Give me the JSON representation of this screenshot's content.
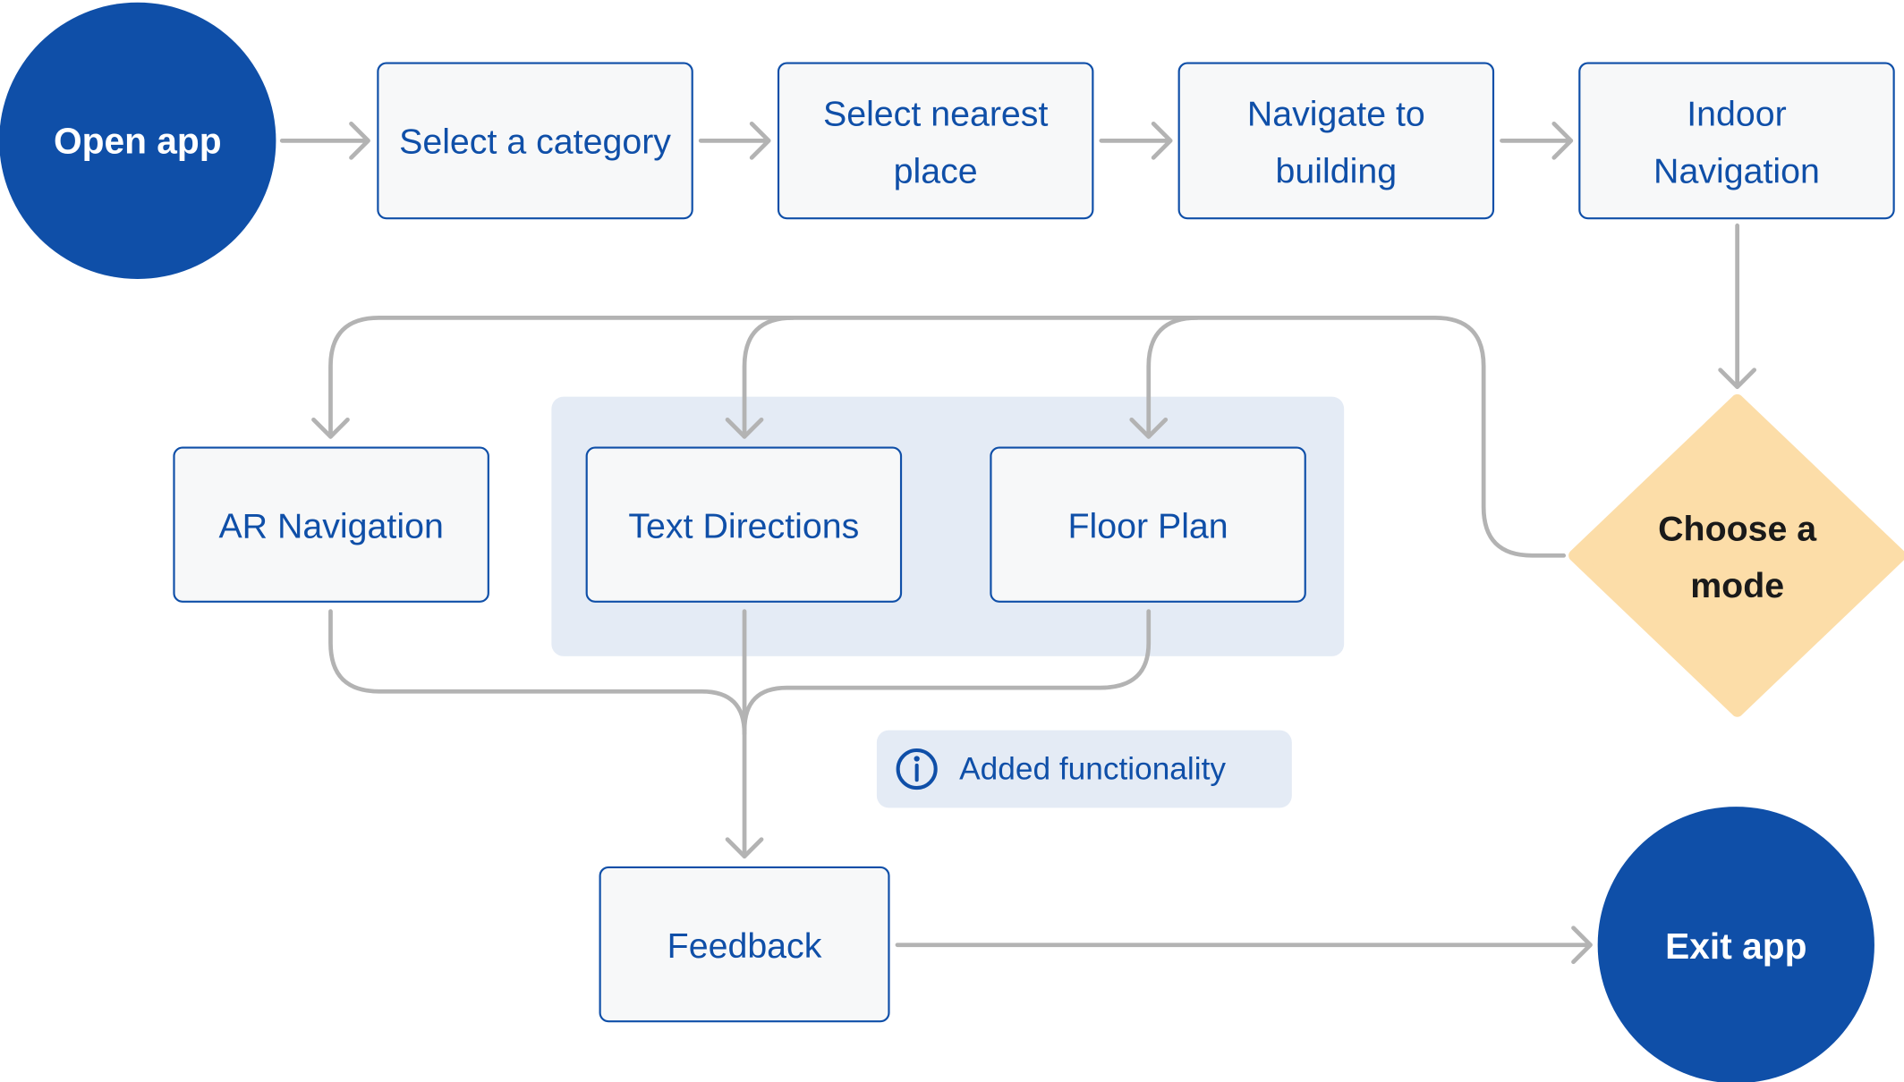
{
  "colors": {
    "primary": "#0f4fa8",
    "box_fill": "#f7f8f9",
    "box_text": "#0f4fa8",
    "arrow": "#b3b3b3",
    "group_fill": "#e4ebf5",
    "decision_fill": "#fcdda8",
    "decision_text": "#1a1a1a",
    "terminal_text": "#ffffff"
  },
  "nodes": {
    "open_app": "Open app",
    "select_category": "Select a category",
    "select_place_line1": "Select nearest",
    "select_place_line2": "place",
    "navigate_line1": "Navigate to",
    "navigate_line2": "building",
    "indoor_line1": "Indoor",
    "indoor_line2": "Navigation",
    "choose_line1": "Choose a",
    "choose_line2": "mode",
    "ar_navigation": "AR Navigation",
    "text_directions": "Text Directions",
    "floor_plan": "Floor Plan",
    "feedback": "Feedback",
    "exit_app": "Exit app"
  },
  "legend": {
    "icon": "info-icon",
    "label": "Added functionality"
  }
}
